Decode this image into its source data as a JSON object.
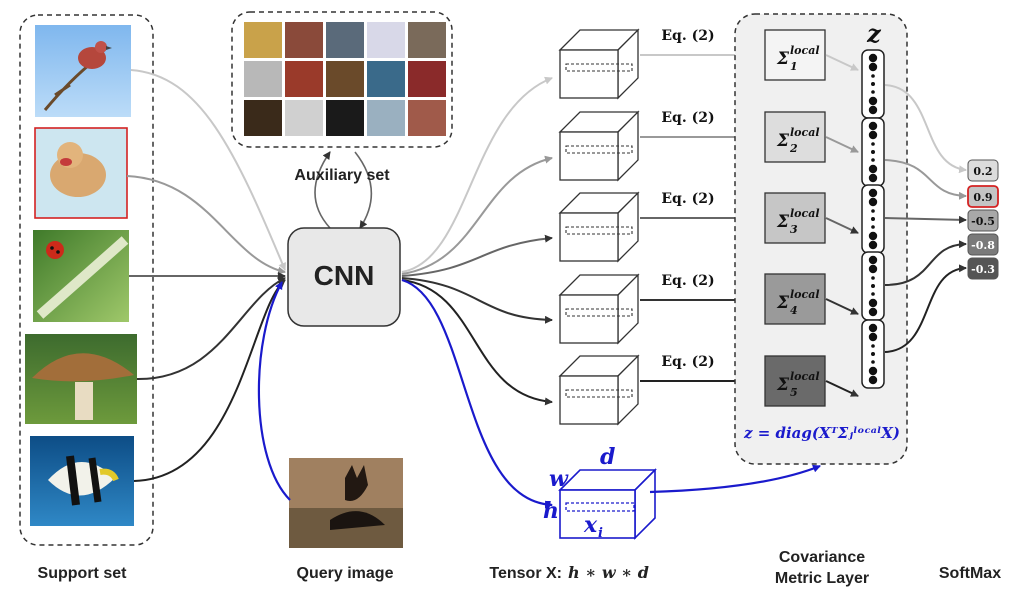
{
  "labels": {
    "support_set": "Support set",
    "auxiliary_set": "Auxiliary set",
    "query_image": "Query image",
    "tensor_prefix": "Tensor X:",
    "tensor_dims": "h ∗ w ∗ d",
    "covariance_line1": "Covariance",
    "covariance_line2": "Metric Layer",
    "softmax": "SoftMax",
    "cnn": "CNN",
    "z": "z",
    "formula": "z = diag(XᵀΣⱼˡᵒᶜᵃˡX)"
  },
  "equations": [
    "Eq. (2)",
    "Eq. (2)",
    "Eq. (2)",
    "Eq. (2)",
    "Eq. (2)"
  ],
  "sigmas": [
    {
      "sym": "Σ",
      "sup": "local",
      "sub": "1",
      "fill": "#f4f4f4"
    },
    {
      "sym": "Σ",
      "sup": "local",
      "sub": "2",
      "fill": "#dddddd"
    },
    {
      "sym": "Σ",
      "sup": "local",
      "sub": "3",
      "fill": "#c6c6c6"
    },
    {
      "sym": "Σ",
      "sup": "local",
      "sub": "4",
      "fill": "#9a9a9a"
    },
    {
      "sym": "Σ",
      "sup": "local",
      "sub": "5",
      "fill": "#6a6a6a"
    }
  ],
  "softmax_values": [
    {
      "v": "0.2",
      "fill": "#dcdcdc",
      "highlight": false
    },
    {
      "v": "0.9",
      "fill": "#c4c4c4",
      "highlight": true
    },
    {
      "v": "-0.5",
      "fill": "#a8a8a8",
      "highlight": false
    },
    {
      "v": "-0.8",
      "fill": "#7a7a7a",
      "highlight": false
    },
    {
      "v": "-0.3",
      "fill": "#555555",
      "highlight": false
    }
  ],
  "tensor_labels": {
    "w": "w",
    "d": "d",
    "h": "h",
    "x": "x",
    "xi_sub": "i"
  },
  "support_images": [
    "bird",
    "dog",
    "ladybug",
    "mushroom",
    "fish"
  ],
  "auxiliary_grid_count": 15,
  "colors": {
    "blue": "#1a1acc",
    "gray_light": "#c8c8c8",
    "dark": "#333333"
  }
}
